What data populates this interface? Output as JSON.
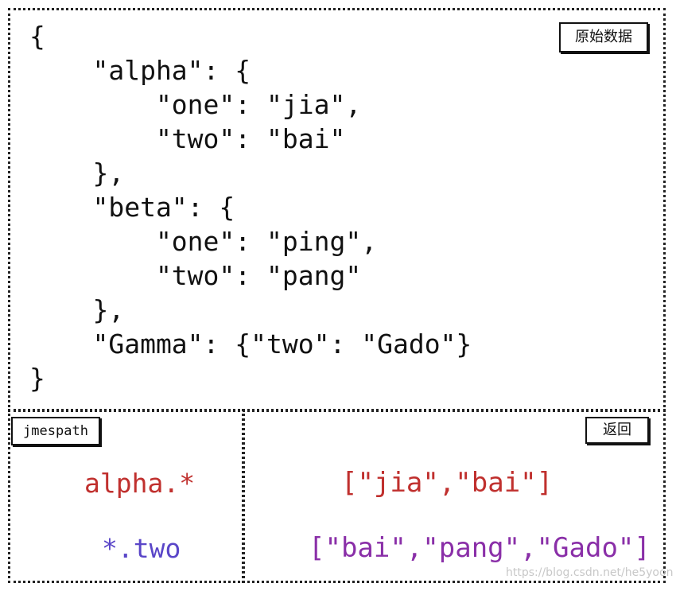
{
  "labels": {
    "raw_data": "原始数据",
    "jmespath": "jmespath",
    "return": "返回"
  },
  "code_lines": [
    "{",
    "    \"alpha\": {",
    "        \"one\": \"jia\",",
    "        \"two\": \"bai\"",
    "    },",
    "    \"beta\": {",
    "        \"one\": \"ping\",",
    "        \"two\": \"pang\"",
    "    },",
    "    \"Gamma\": {\"two\": \"Gado\"}",
    "}"
  ],
  "queries": [
    {
      "expression": "alpha.*",
      "result": "[\"jia\",\"bai\"]"
    },
    {
      "expression": "*.two",
      "result": "[\"bai\",\"pang\",\"Gado\"]"
    }
  ],
  "colors": {
    "query1": "#c0302e",
    "query2_expression": "#5a46c8",
    "query2_result": "#8a2fa8"
  },
  "watermark": "https://blog.csdn.net/he5yoon"
}
